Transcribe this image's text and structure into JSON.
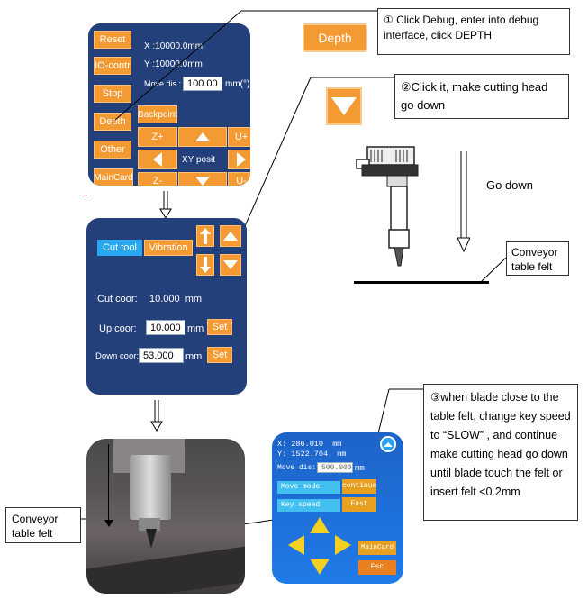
{
  "panel1": {
    "buttons": [
      "Reset",
      "IO-contr",
      "Stop",
      "Depth",
      "Other",
      "MainCard"
    ],
    "x_readout": "X :10000.0mm",
    "y_readout": "Y :10000.0mm",
    "move_dis_label": "Move dis :",
    "move_dis_value": "100.00",
    "move_dis_unit": "mm(°)",
    "backpoint": "Backpoint",
    "z_plus": "Z+",
    "u_plus": "U+",
    "xy_posit": "XY posit",
    "z_minus": "Z-",
    "u_minus": "U-"
  },
  "depth_button": "Depth",
  "callout1": "① Click Debug, enter into debug interface, click DEPTH",
  "callout2": "②Click it, make cutting head go down",
  "go_down": "Go down",
  "conveyor_label_top": "Conveyor table felt",
  "panel2": {
    "tab_cut_tool": "Cut tool",
    "tab_vibration": "Vibration",
    "cut_coor_label": "Cut coor:",
    "cut_coor_value": "10.000  mm",
    "up_coor_label": "Up coor:",
    "up_coor_value": "10.000",
    "down_coor_label": "Down coor:",
    "down_coor_value": "53.000",
    "unit": "mm",
    "set": "Set"
  },
  "callout3": "③when blade  close to the table felt, change key speed to  “SLOW” , and continue make cutting head go down until blade touch the felt or insert felt <0.2mm",
  "conveyor_label_bottom": "Conveyor table felt",
  "panel3": {
    "x_readout": "X: 286.010  mm",
    "y_readout": "Y: 1522.704  mm",
    "move_dis_label": "Move dis:",
    "move_dis_value": "500.000",
    "move_dis_unit": "mm",
    "move_mode_label": "Move mode",
    "move_mode_value": "continue",
    "key_speed_label": "Key speed",
    "key_speed_value": "Fast",
    "maincard": "MainCard",
    "esc": "Esc"
  }
}
